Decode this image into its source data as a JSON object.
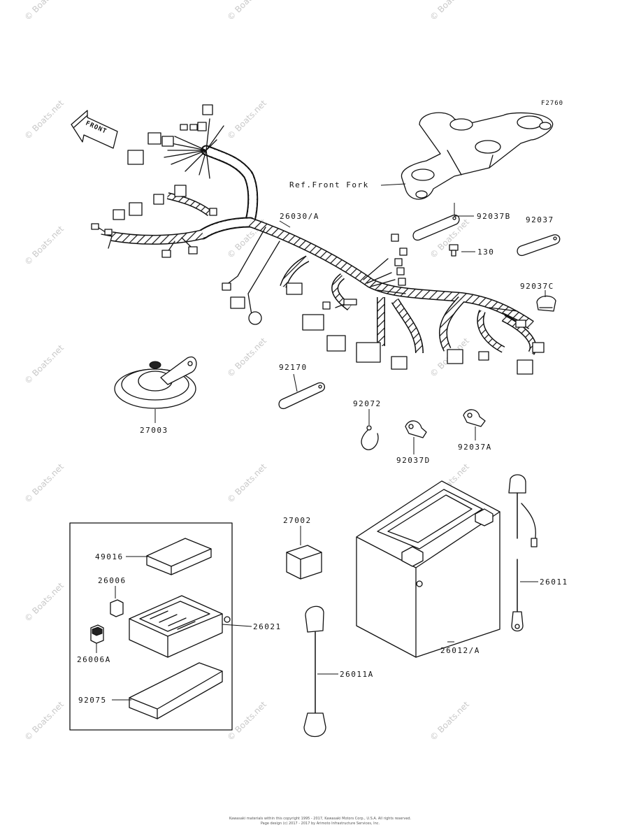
{
  "figure_code": "F2760",
  "direction_arrow": "FRONT",
  "watermark": "© Boats.net",
  "reference_text": "Ref.Front Fork",
  "parts": {
    "harness": "26030/A",
    "p92037B": "92037B",
    "p92037": "92037",
    "p130": "130",
    "p92037C": "92037C",
    "p92170": "92170",
    "p27003": "27003",
    "p92072": "92072",
    "p92037D": "92037D",
    "p92037A": "92037A",
    "p27002": "27002",
    "p49016": "49016",
    "p26006": "26006",
    "p26021": "26021",
    "p26006A": "26006A",
    "p92075": "92075",
    "p26011A": "26011A",
    "p26012A": "26012/A",
    "p26011": "26011"
  },
  "footer": {
    "line1": "Kawasaki materials within this copyright 1995 - 2017, Kawasaki Motors Corp., U.S.A. All rights reserved.",
    "line2": "Page design (c) 2017 - 2017 by Arimoto Infrastructure Services, Inc."
  }
}
